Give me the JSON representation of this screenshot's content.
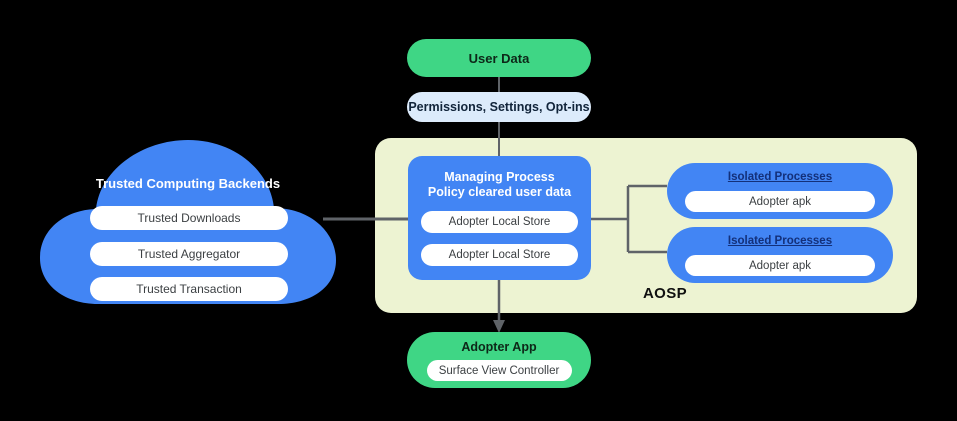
{
  "diagram": {
    "background_color": "#000000",
    "colors": {
      "green": "#3FD685",
      "blue": "#4285F4",
      "light_blue_pill": "#DCEBFB",
      "aosp_panel": "#EDF3D2",
      "connector_gray": "#5F6368",
      "isolated_title": "#13307A",
      "white": "#FFFFFF"
    },
    "user_data": {
      "label": "User Data"
    },
    "permissions": {
      "label": "Permissions,  Settings, Opt-ins"
    },
    "aosp": {
      "label": "AOSP"
    },
    "managing_process": {
      "title": "Managing Process\nPolicy cleared user data",
      "stores": [
        {
          "label": "Adopter Local Store"
        },
        {
          "label": "Adopter Local Store"
        }
      ]
    },
    "isolated_processes": [
      {
        "title": "Isolated Processes",
        "apk": "Adopter apk"
      },
      {
        "title": "Isolated Processes",
        "apk": "Adopter apk"
      }
    ],
    "cloud": {
      "title": "Trusted Computing Backends",
      "services": [
        {
          "label": "Trusted Downloads"
        },
        {
          "label": "Trusted Aggregator"
        },
        {
          "label": "Trusted Transaction"
        }
      ]
    },
    "adopter_app": {
      "title": "Adopter App",
      "component": "Surface View Controller"
    }
  }
}
